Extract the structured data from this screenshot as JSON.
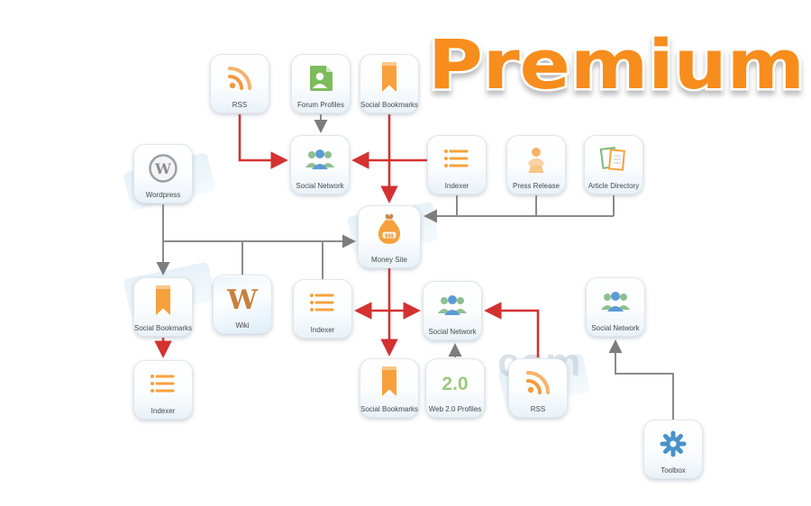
{
  "header": {
    "title": "Premium",
    "title_color": "#F78D1E"
  },
  "watermark": "com",
  "colors": {
    "line_red": "#d43131",
    "line_gray": "#8a8a8a",
    "accent_orange": "#f6a13c"
  },
  "nodes": [
    {
      "id": "rss-top",
      "label": "RSS",
      "icon": "rss-icon"
    },
    {
      "id": "forum-profiles",
      "label": "Forum Profiles",
      "icon": "forum-profiles-icon"
    },
    {
      "id": "social-bookmarks-top",
      "label": "Social Bookmarks",
      "icon": "bookmark-icon"
    },
    {
      "id": "wordpress",
      "label": "Wordpress",
      "icon": "wordpress-icon"
    },
    {
      "id": "social-network-top",
      "label": "Social Network",
      "icon": "people-group-icon"
    },
    {
      "id": "indexer-top",
      "label": "Indexer",
      "icon": "list-lines-icon"
    },
    {
      "id": "press-release",
      "label": "Press Release",
      "icon": "speaker-bust-icon"
    },
    {
      "id": "article-directory",
      "label": "Article Directory",
      "icon": "stacked-pages-icon"
    },
    {
      "id": "money-site",
      "label": "Money Site",
      "icon": "money-bag-icon"
    },
    {
      "id": "social-bookmarks-mid",
      "label": "Social Bookmarks",
      "icon": "bookmark-icon"
    },
    {
      "id": "wiki",
      "label": "Wiki",
      "icon": "wiki-w-icon"
    },
    {
      "id": "indexer-mid",
      "label": "Indexer",
      "icon": "list-lines-icon"
    },
    {
      "id": "social-network-mid",
      "label": "Social Network",
      "icon": "people-group-icon"
    },
    {
      "id": "social-network-right",
      "label": "Social Network",
      "icon": "people-group-icon"
    },
    {
      "id": "indexer-bottom",
      "label": "Indexer",
      "icon": "list-lines-icon"
    },
    {
      "id": "social-bookmarks-bottom",
      "label": "Social Bookmarks",
      "icon": "bookmark-icon"
    },
    {
      "id": "web20-profiles",
      "label": "Web 2.0 Profiles",
      "icon": "web20-icon"
    },
    {
      "id": "rss-bottom",
      "label": "RSS",
      "icon": "rss-icon"
    },
    {
      "id": "toolbox",
      "label": "Toolbox",
      "icon": "gear-icon"
    }
  ]
}
